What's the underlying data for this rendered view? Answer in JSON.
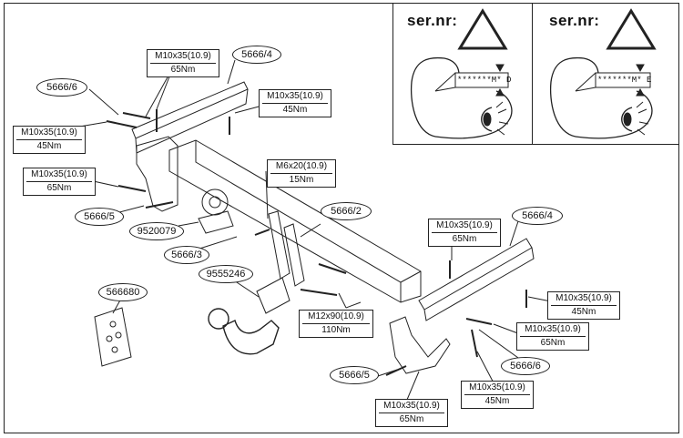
{
  "serial_panels": [
    {
      "title": "ser.nr:",
      "marking": "*******M* D"
    },
    {
      "title": "ser.nr:",
      "marking": "*******M* E"
    }
  ],
  "bolt_specs": [
    {
      "spec": "M10x35(10.9)",
      "torque": "65Nm"
    },
    {
      "spec": "M10x35(10.9)",
      "torque": "45Nm"
    },
    {
      "spec": "M10x35(10.9)",
      "torque": "45Nm"
    },
    {
      "spec": "M10x35(10.9)",
      "torque": "65Nm"
    },
    {
      "spec": "M6x20(10.9)",
      "torque": "15Nm"
    },
    {
      "spec": "M10x35(10.9)",
      "torque": "65Nm"
    },
    {
      "spec": "M10x35(10.9)",
      "torque": "45Nm"
    },
    {
      "spec": "M10x35(10.9)",
      "torque": "65Nm"
    },
    {
      "spec": "M12x90(10.9)",
      "torque": "110Nm"
    },
    {
      "spec": "M10x35(10.9)",
      "torque": "45Nm"
    },
    {
      "spec": "M10x35(10.9)",
      "torque": "65Nm"
    }
  ],
  "part_labels": [
    "5666/4",
    "5666/6",
    "5666/5",
    "9520079",
    "5666/3",
    "5666/2",
    "5666/4",
    "9555246",
    "566680",
    "5666/6",
    "5666/5"
  ]
}
